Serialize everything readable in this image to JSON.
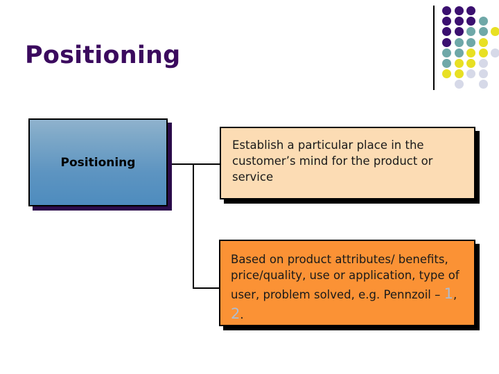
{
  "slide": {
    "title": "Positioning",
    "background_color": "#ffffff",
    "title_color": "#3b0a5e"
  },
  "diagram": {
    "root_box": {
      "label": "Positioning",
      "fill_top_color": "#8fb2cd",
      "fill_bottom_color": "#4e8cbe",
      "shadow_color": "#2b0b4a"
    },
    "branches": [
      {
        "id": "definition",
        "text": "Establish a particular place in the customer’s mind for the product or service",
        "fill_color": "#fcdcb4",
        "shadow_color": "#000000"
      },
      {
        "id": "basis",
        "text_before": "Based on product attributes/ benefits, price/quality, use or application, type of user, problem solved, e.g. Pennzoil – ",
        "ref_one": "1",
        "ref_sep": ", ",
        "ref_two": "2",
        "ref_end": ".",
        "fill_color": "#fb9235",
        "shadow_color": "#000000",
        "ref_color": "#aebcd0"
      }
    ],
    "connector_color": "#000000"
  },
  "decoration": {
    "rule_color": "#000000",
    "palette": {
      "dark_purple": "#3b1070",
      "teal": "#6fa8a8",
      "yellow": "#e8e023",
      "lavender": "#d6d9e8"
    },
    "dot_grid": [
      [
        "dark_purple",
        "dark_purple",
        "dark_purple",
        "none",
        "none"
      ],
      [
        "dark_purple",
        "dark_purple",
        "dark_purple",
        "teal",
        "none"
      ],
      [
        "dark_purple",
        "dark_purple",
        "teal",
        "teal",
        "yellow"
      ],
      [
        "dark_purple",
        "teal",
        "teal",
        "yellow",
        "none"
      ],
      [
        "teal",
        "teal",
        "yellow",
        "yellow",
        "lavender"
      ],
      [
        "teal",
        "yellow",
        "yellow",
        "lavender",
        "none"
      ],
      [
        "yellow",
        "yellow",
        "lavender",
        "lavender",
        "none"
      ],
      [
        "none",
        "lavender",
        "none",
        "lavender",
        "none"
      ]
    ]
  }
}
